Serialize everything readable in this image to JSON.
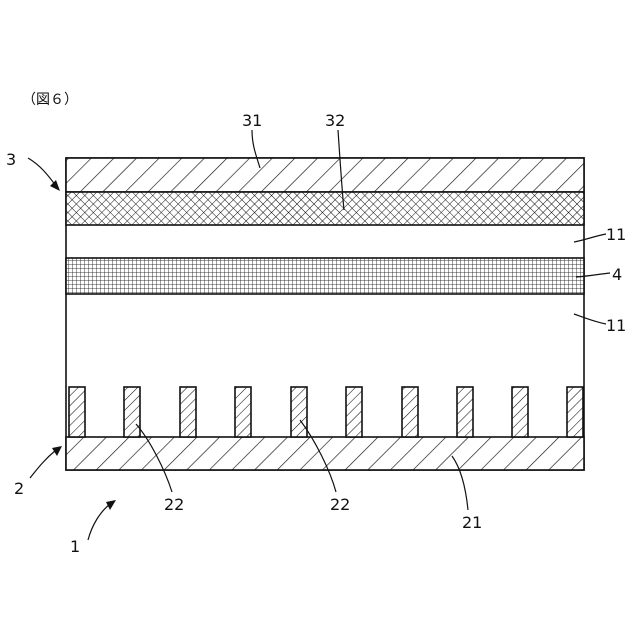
{
  "figure_caption": "（図６）",
  "labels": {
    "device": "1",
    "bottom_member": "2",
    "top_member": "3",
    "mesh_layer": "4",
    "gap_upper": "11",
    "gap_lower": "11",
    "bottom_plate": "21",
    "post_left": "22",
    "post_center": "22",
    "top_plate": "31",
    "top_mesh": "32"
  }
}
